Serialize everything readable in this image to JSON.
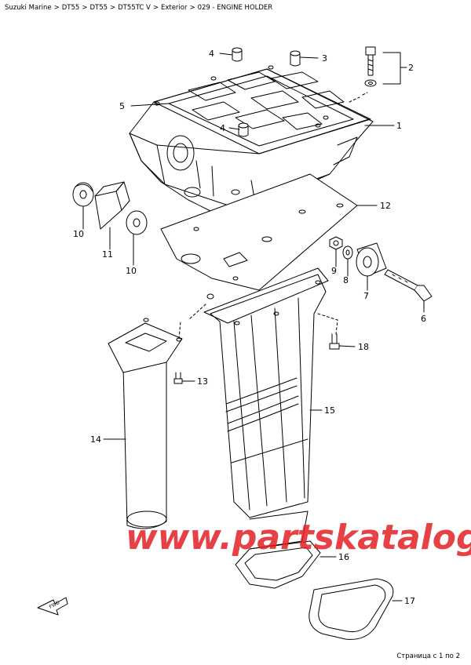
{
  "breadcrumb": {
    "items": [
      "Suzuki Marine",
      "DT55",
      "DT55",
      "DT55TC V",
      "Exterior",
      "029 - ENGINE HOLDER"
    ],
    "separator": ">"
  },
  "watermark": "www.partskatalog.ru",
  "fwd_label": "FWD",
  "callouts": {
    "c1": "1",
    "c2": "2",
    "c3": "3",
    "c4a": "4",
    "c4b": "4",
    "c5": "5",
    "c6": "6",
    "c7": "7",
    "c8": "8",
    "c9": "9",
    "c10a": "10",
    "c10b": "10",
    "c11": "11",
    "c12": "12",
    "c13": "13",
    "c14": "14",
    "c15": "15",
    "c16": "16",
    "c17": "17",
    "c18": "18"
  },
  "pager": "Страница с 1 по 2",
  "colors": {
    "watermark": "#e31e24",
    "line": "#000000"
  }
}
